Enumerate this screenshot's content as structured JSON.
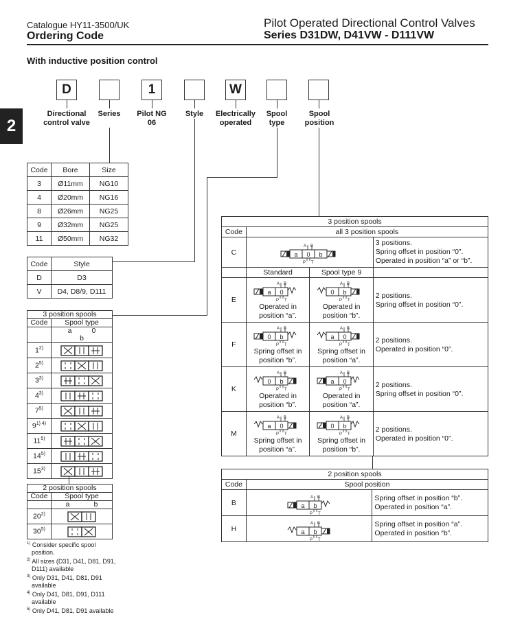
{
  "header": {
    "catalogue": "Catalogue HY11-3500/UK",
    "section": "Ordering Code",
    "title": "Pilot Operated Directional Control Valves",
    "series": "Series D31DW, D41VW - D111VW"
  },
  "page_tab": "2",
  "subtitle": "With inductive position control",
  "code_boxes": [
    {
      "value": "D",
      "label": "Directional control valve"
    },
    {
      "value": "",
      "label": "Series"
    },
    {
      "value": "1",
      "label": "Pilot NG 06"
    },
    {
      "value": "",
      "label": "Style"
    },
    {
      "value": "W",
      "label": "Electrically operated"
    },
    {
      "value": "",
      "label": "Spool type"
    },
    {
      "value": "",
      "label": "Spool position"
    }
  ],
  "size_table": {
    "headers": [
      "Code",
      "Bore",
      "Size"
    ],
    "rows": [
      [
        "3",
        "Ø11mm",
        "NG10"
      ],
      [
        "4",
        "Ø20mm",
        "NG16"
      ],
      [
        "8",
        "Ø26mm",
        "NG25"
      ],
      [
        "9",
        "Ø32mm",
        "NG25"
      ],
      [
        "11",
        "Ø50mm",
        "NG32"
      ]
    ]
  },
  "style_table": {
    "headers": [
      "Code",
      "Style"
    ],
    "rows": [
      [
        "D",
        "D3"
      ],
      [
        "V",
        "D4, D8/9, D111"
      ]
    ]
  },
  "spool3_table": {
    "title": "3 position spools",
    "code_header": "Code",
    "type_header": "Spool type",
    "positions": [
      "a",
      "0",
      "b"
    ],
    "rows": [
      {
        "code": "1",
        "note": "2)"
      },
      {
        "code": "2",
        "note": "5)"
      },
      {
        "code": "3",
        "note": "3)"
      },
      {
        "code": "4",
        "note": "3)"
      },
      {
        "code": "7",
        "note": "5)"
      },
      {
        "code": "9",
        "note": "1) 4)"
      },
      {
        "code": "11",
        "note": "5)"
      },
      {
        "code": "14",
        "note": "5)"
      },
      {
        "code": "15",
        "note": "3)"
      }
    ]
  },
  "spool2_table": {
    "title": "2 position spools",
    "code_header": "Code",
    "type_header": "Spool type",
    "positions": [
      "a",
      "b"
    ],
    "rows": [
      {
        "code": "20",
        "note": "2)"
      },
      {
        "code": "30",
        "note": "5)"
      }
    ]
  },
  "footnotes": [
    {
      "mark": "1)",
      "text": "Consider specific spool position."
    },
    {
      "mark": "2)",
      "text": "All sizes (D31, D41, D81, D91, D111) available"
    },
    {
      "mark": "3)",
      "text": "Only D31, D41, D81, D91 available"
    },
    {
      "mark": "4)",
      "text": "Only D41, D81, D91, D111 available"
    },
    {
      "mark": "5)",
      "text": "Only D41, D81, D91 available"
    }
  ],
  "position3_table": {
    "title": "3 position spools",
    "code_header": "Code",
    "all_header": "all 3 position spools",
    "standard_header": "Standard",
    "type9_header": "Spool type 9",
    "rows": [
      {
        "code": "C",
        "desc1": "3 positions.",
        "desc2": "Spring offset in position “0”.",
        "desc3": "Operated in position “a” or “b”."
      },
      {
        "code": "E",
        "std_cap1": "Operated in",
        "std_cap2": "position “a”.",
        "t9_cap1": "Operated in",
        "t9_cap2": "position “b”.",
        "desc1": "2 positions.",
        "desc2": "Spring offset in position “0”."
      },
      {
        "code": "F",
        "std_cap1": "Spring offset in",
        "std_cap2": "position “b”.",
        "t9_cap1": "Spring offset in",
        "t9_cap2": "position “a”.",
        "desc1": "2 positions.",
        "desc2": "Operated in position “0”."
      },
      {
        "code": "K",
        "std_cap1": "Operated in",
        "std_cap2": "position “b”.",
        "t9_cap1": "Operated in",
        "t9_cap2": "position “a”.",
        "desc1": "2 positions.",
        "desc2": "Spring offset in position “0”."
      },
      {
        "code": "M",
        "std_cap1": "Spring offset in",
        "std_cap2": "position “a”.",
        "t9_cap1": "Spring offset in",
        "t9_cap2": "position “b”.",
        "desc1": "2 positions.",
        "desc2": "Operated in position “0”."
      }
    ]
  },
  "position2_table": {
    "title": "2 position spools",
    "code_header": "Code",
    "spool_header": "Spool position",
    "rows": [
      {
        "code": "B",
        "desc1": "Spring offset in position “b”.",
        "desc2": "Operated in position “a”."
      },
      {
        "code": "H",
        "desc1": "Spring offset in position “a”.",
        "desc2": "Operated in position “b”."
      }
    ]
  },
  "symbol_labels": {
    "a": "a",
    "zero": "0",
    "b": "b",
    "A": "A",
    "B": "B",
    "P": "P",
    "T": "T"
  }
}
